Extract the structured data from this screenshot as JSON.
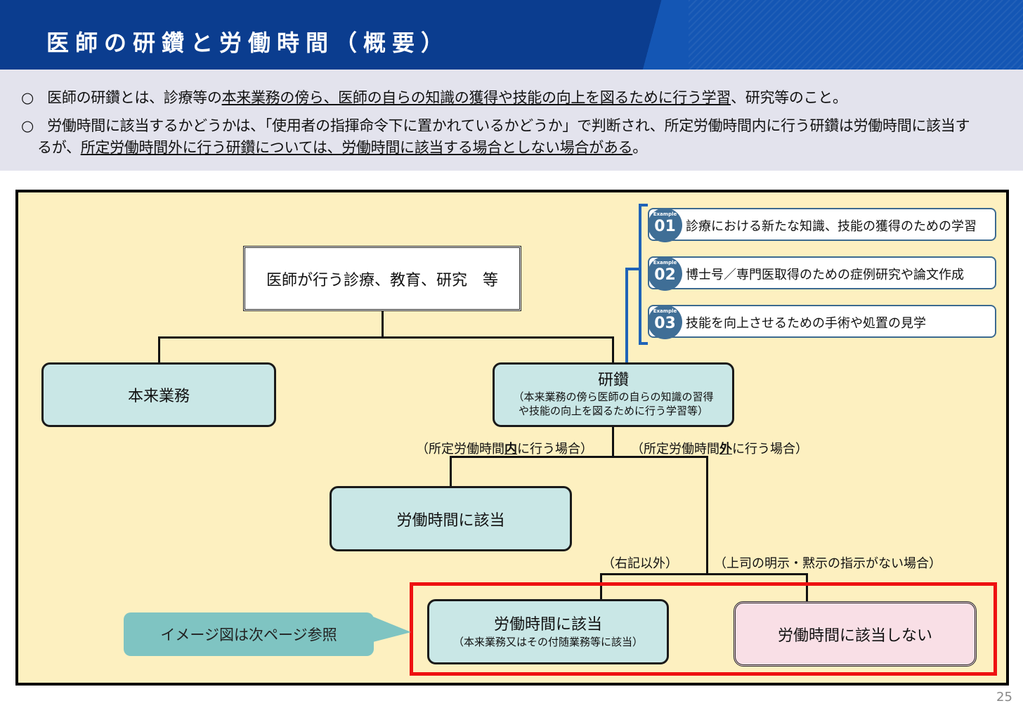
{
  "header": {
    "title": "医師の研鑽と労働時間（概要）"
  },
  "summary": {
    "bullet": "○",
    "line1": {
      "pre": "医師の研鑽とは、診療等の",
      "underlined": "本来業務の傍ら、医師の自らの知識の獲得や技能の向上を図るために行う学習",
      "post": "、研究等のこと。"
    },
    "line2": "労働時間に該当するかどうかは、「使用者の指揮命令下に置かれているかどうか」で判断され、所定労働時間内に行う研鑽は労働時間に該当す",
    "line3": {
      "pre": "るが、",
      "underlined": "所定労働時間外に行う研鑽については、労働時間に該当する場合としない場合がある",
      "post": "。"
    }
  },
  "diagram": {
    "top_box": "医師が行う診療、教育、研究　等",
    "honrai": "本来業務",
    "kensan": {
      "title": "研鑽",
      "sub1": "（本来業務の傍ら医師の自らの知識の習得",
      "sub2": "や技能の向上を図るために行う学習等）"
    },
    "cond_inside": {
      "pre": "（所定労働時間",
      "bold": "内",
      "post": "に行う場合）"
    },
    "cond_outside": {
      "pre": "（所定労働時間",
      "bold": "外",
      "post": "に行う場合）"
    },
    "rodo_gaito": "労働時間に該当",
    "cond_other": "（右記以外）",
    "cond_no_instruction": "（上司の明示・黙示の指示がない場合）",
    "bottom_gaito": {
      "title": "労働時間に該当",
      "sub": "（本来業務又はその付随業務等に該当）"
    },
    "bottom_not": "労働時間に該当しない",
    "callout": "イメージ図は次ページ参照"
  },
  "examples": [
    {
      "word": "Example",
      "num": "01",
      "text": "診療における新たな知識、技能の獲得のための学習"
    },
    {
      "word": "Example",
      "num": "02",
      "text": "博士号／専門医取得のための症例研究や論文作成"
    },
    {
      "word": "Example",
      "num": "03",
      "text": "技能を向上させるための手術や処置の見学"
    }
  ],
  "page_number": "25",
  "colors": {
    "header_bg": "#0b3d8f",
    "panel_bg": "#fdf0c0",
    "teal_box": "#c9e7e6",
    "pink_box": "#f9dfe6",
    "highlight_frame": "#ee1111",
    "example_badge": "#3f6e96",
    "callout_bg": "#7fc4c2"
  }
}
